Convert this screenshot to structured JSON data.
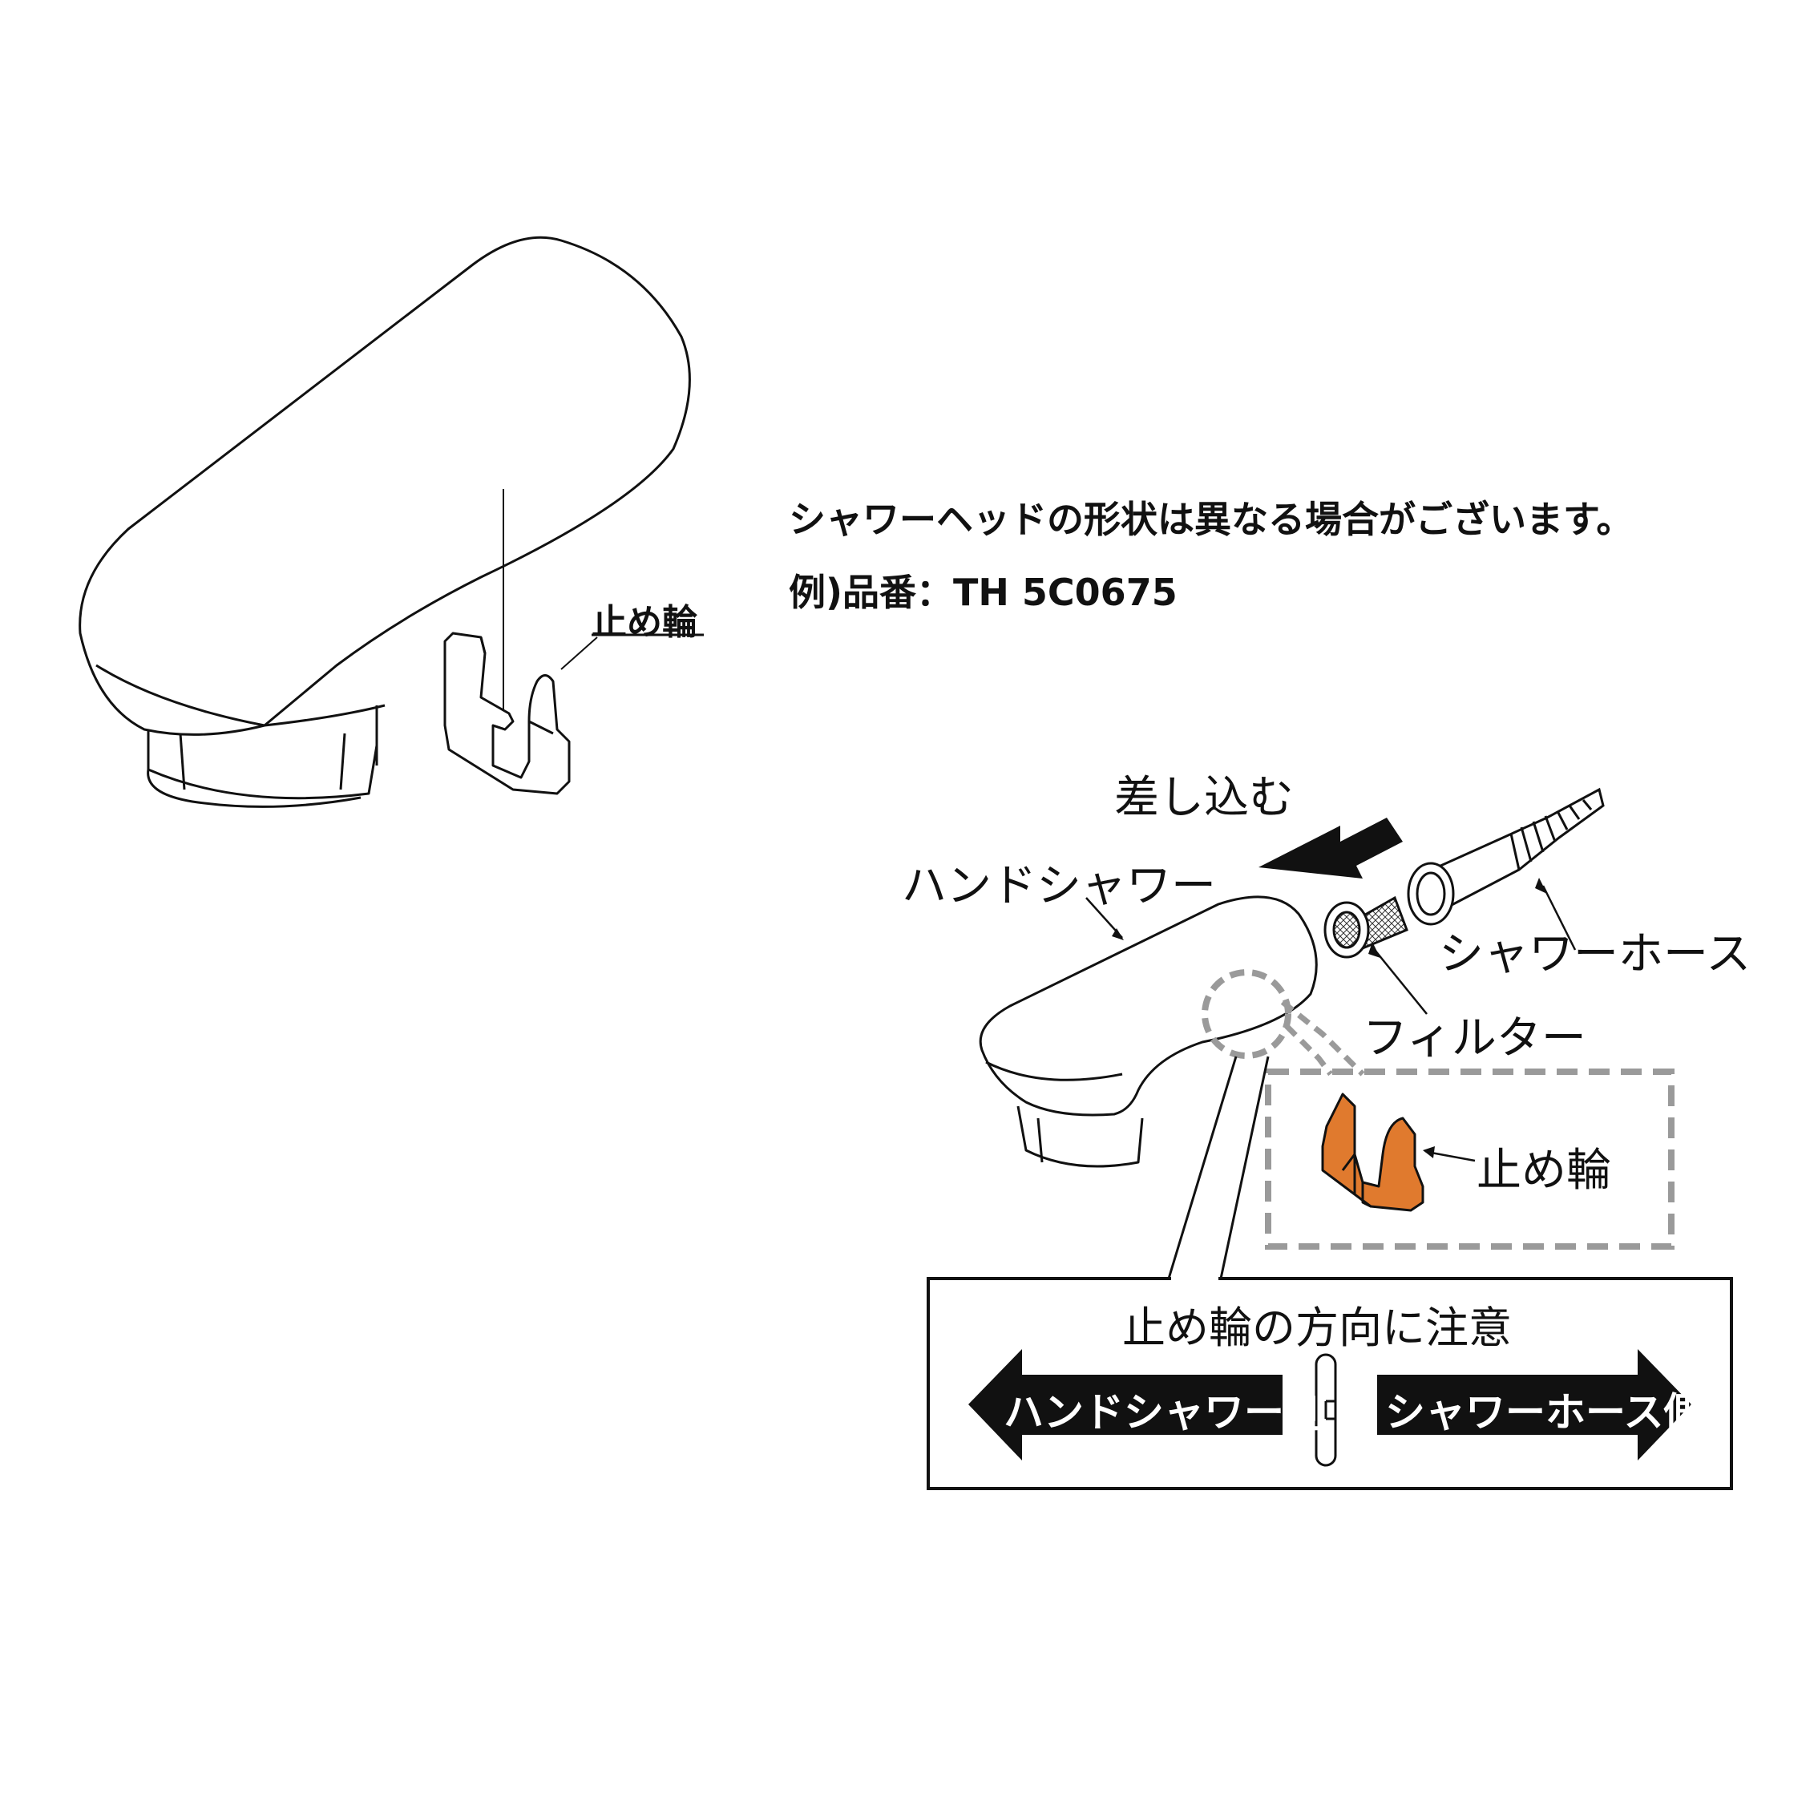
{
  "notes": {
    "shape_note": "シャワーヘッドの形状は異なる場合がございます。",
    "example": "例)品番：TH 5C0675"
  },
  "labels": {
    "top_ring": "止め輪",
    "insert": "差し込む",
    "hand_shower": "ハンドシャワー",
    "shower_hose": "シャワーホース",
    "filter": "フィルター",
    "ring": "止め輪"
  },
  "caution": {
    "title": "止め輪の方向に注意",
    "left_side": "ハンドシャワー側",
    "right_side": "シャワーホース側"
  },
  "colors": {
    "accent_ring": "#e07a2e",
    "dashed": "#9a9a9a",
    "ink": "#111111"
  }
}
